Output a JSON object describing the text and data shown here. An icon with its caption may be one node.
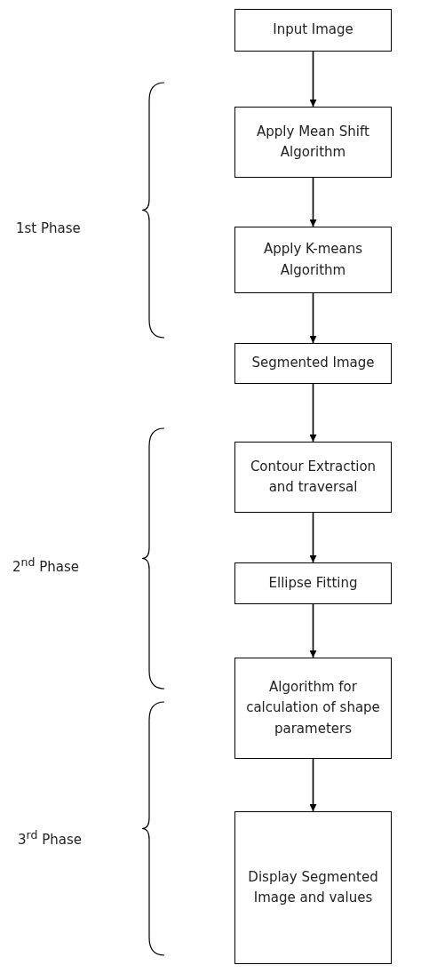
{
  "diagram": {
    "nodes": [
      {
        "text": [
          "Input Image"
        ]
      },
      {
        "text": [
          "Apply Mean Shift Algorithm"
        ]
      },
      {
        "text": [
          "Apply K-means Algorithm"
        ]
      },
      {
        "text": [
          "Segmented Image"
        ]
      },
      {
        "text": [
          "Contour Extraction and traversal"
        ]
      },
      {
        "text": [
          "Ellipse Fitting"
        ]
      },
      {
        "text": [
          "Algorithm for calculation of shape parameters"
        ]
      },
      {
        "text": [
          "Display Segmented Image and values"
        ]
      }
    ],
    "edges": [
      {
        "from": 0,
        "to": 1,
        "arrow": "to"
      },
      {
        "from": 1,
        "to": 2,
        "arrow": "to"
      },
      {
        "from": 2,
        "to": 3,
        "arrow": "to"
      },
      {
        "from": 3,
        "to": 4,
        "arrow": "to"
      },
      {
        "from": 4,
        "to": 5,
        "arrow": "to"
      },
      {
        "from": 5,
        "to": 6,
        "arrow": "to"
      },
      {
        "from": 6,
        "to": 7,
        "arrow": "to"
      }
    ],
    "labels": [
      "1st Phase",
      "2$^{nd}$ Phase",
      "3$^{rd}$ Phase"
    ]
  }
}
